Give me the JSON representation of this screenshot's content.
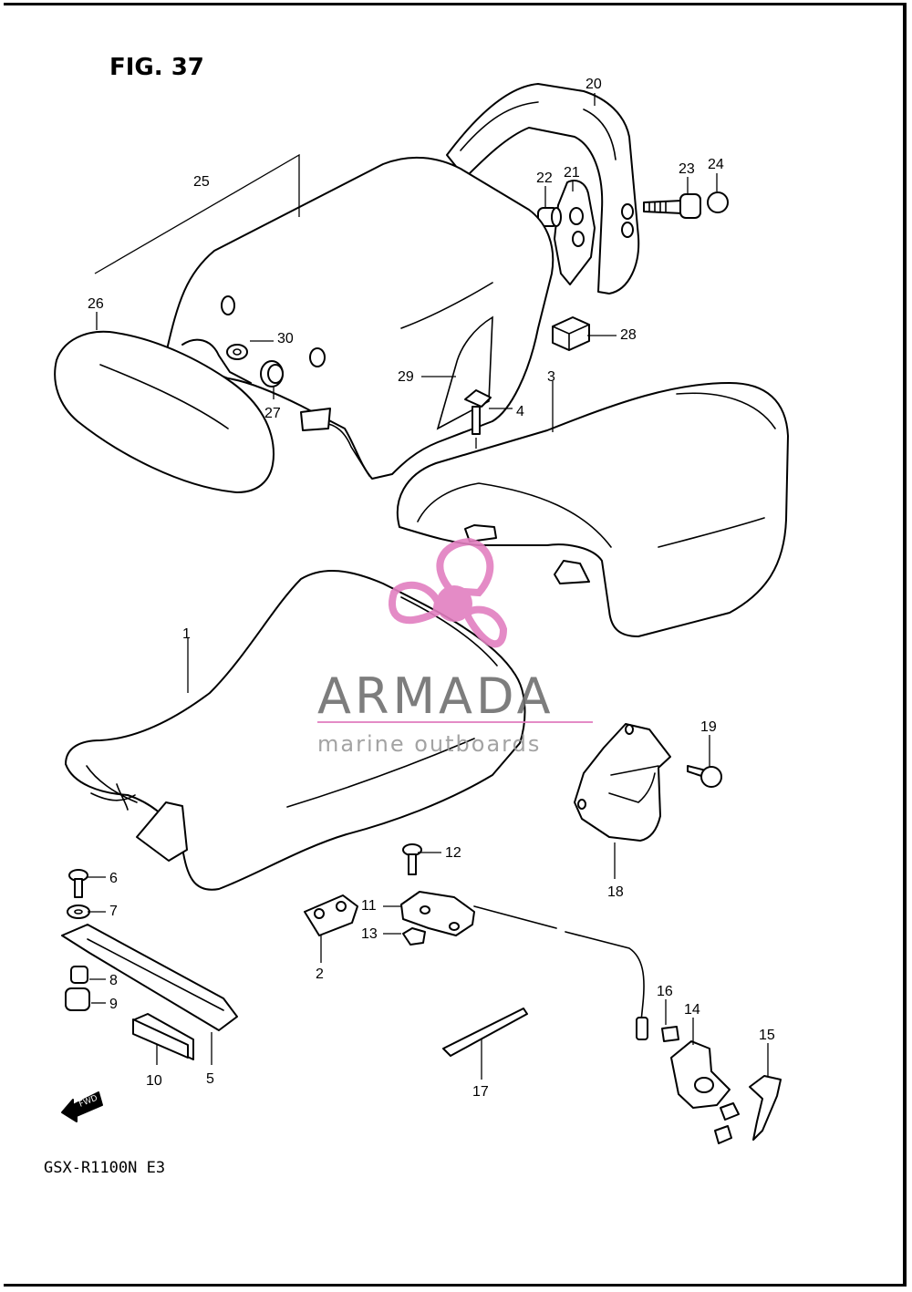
{
  "figure": {
    "title": "FIG. 37",
    "model": "GSX-R1100N E3"
  },
  "watermark": {
    "brand": "ARMADA",
    "tagline": "marine outboards",
    "color": "#e27fc0"
  },
  "fwd_label": "FWD",
  "callouts": [
    {
      "n": "1"
    },
    {
      "n": "2"
    },
    {
      "n": "3"
    },
    {
      "n": "4"
    },
    {
      "n": "5"
    },
    {
      "n": "6"
    },
    {
      "n": "7"
    },
    {
      "n": "8"
    },
    {
      "n": "9"
    },
    {
      "n": "10"
    },
    {
      "n": "11"
    },
    {
      "n": "12"
    },
    {
      "n": "13"
    },
    {
      "n": "14"
    },
    {
      "n": "15"
    },
    {
      "n": "16"
    },
    {
      "n": "17"
    },
    {
      "n": "18"
    },
    {
      "n": "19"
    },
    {
      "n": "20"
    },
    {
      "n": "21"
    },
    {
      "n": "22"
    },
    {
      "n": "23"
    },
    {
      "n": "24"
    },
    {
      "n": "25"
    },
    {
      "n": "26"
    },
    {
      "n": "27"
    },
    {
      "n": "28"
    },
    {
      "n": "29"
    },
    {
      "n": "30"
    }
  ]
}
